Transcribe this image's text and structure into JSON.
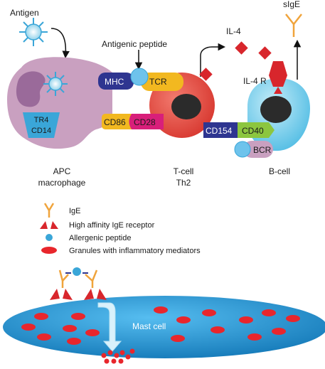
{
  "labels": {
    "antigen": "Antigen",
    "antigenic_peptide": "Antigenic peptide",
    "il4": "IL-4",
    "il4r": "IL-4 R",
    "sige": "sIgE",
    "mhc": "MHC",
    "tcr": "TCR",
    "cd86": "CD86",
    "cd28": "CD28",
    "tr4": "TR4",
    "cd14": "CD14",
    "cd154": "CD154",
    "cd40": "CD40",
    "bcr": "BCR",
    "apc_line1": "APC",
    "apc_line2": "macrophage",
    "tcell_line1": "T-cell",
    "tcell_line2": "Th2",
    "bcell": "B-cell",
    "mast_cell": "Mast cell"
  },
  "legend": [
    {
      "icon": "ige-antibody-icon",
      "text": "IgE"
    },
    {
      "icon": "ige-receptor-icon",
      "text": "High affinity IgE receptor"
    },
    {
      "icon": "allergenic-peptide-icon",
      "text": "Allergenic peptide"
    },
    {
      "icon": "granule-icon",
      "text": "Granules with inflammatory mediators"
    }
  ],
  "colors": {
    "apc": "#c9a0c0",
    "apc_nucleus": "#9a6a9a",
    "tcell": "#e8413c",
    "bcell": "#7fd0ec",
    "nucleus": "#2b2b2b",
    "mhc": "#2e3590",
    "tcr": "#f2b820",
    "cd86": "#f2b820",
    "cd28": "#d81f7a",
    "cd154": "#2e3590",
    "cd40": "#8cc63f",
    "bcr": "#c9a0c0",
    "tr4": "#3aa6d8",
    "il4": "#d8262c",
    "ige": "#f0a43c",
    "mast": "#1f9ed8",
    "granule": "#e8262c",
    "antigen": "#3aa6d8"
  }
}
